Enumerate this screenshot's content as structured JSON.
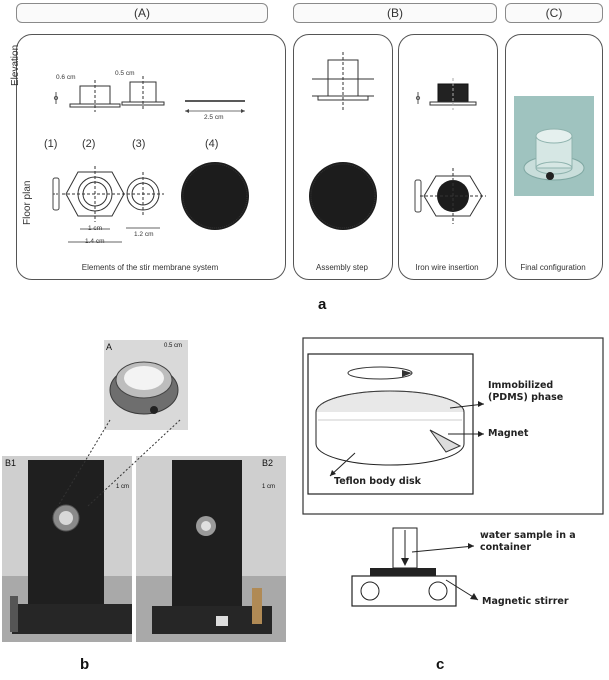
{
  "panel_a": {
    "headers": [
      "(A)",
      "(B)",
      "(C)"
    ],
    "row_labels": {
      "elevation": "Elevation",
      "floor_plan": "Floor plan"
    },
    "numbers": [
      "(1)",
      "(2)",
      "(3)",
      "(4)"
    ],
    "dims": {
      "d1": "0.6 cm",
      "d2": "0.5 cm",
      "d3": "2.5 cm",
      "d4": "1 cm",
      "d5": "1.4 cm",
      "d6": "1.2 cm"
    },
    "captions": {
      "elements": "Elements of the stir membrane system",
      "assembly": "Assembly step",
      "iron": "Iron wire insertion",
      "final": "Final configuration"
    }
  },
  "panel_b": {
    "inset_label": "A",
    "inset_scale": "0.5 cm",
    "left_label": "B1",
    "right_label": "B2",
    "scale_left": "1 cm",
    "scale_right": "1 cm"
  },
  "panel_c": {
    "phase_label": "Immobilized (PDMS) phase",
    "magnet_label": "Magnet",
    "teflon_label": "Teflon body disk",
    "water_label": "water sample in a container",
    "stirrer_label": "Magnetic stirrer"
  },
  "figure_labels": {
    "a": "a",
    "b": "b",
    "c": "c"
  }
}
